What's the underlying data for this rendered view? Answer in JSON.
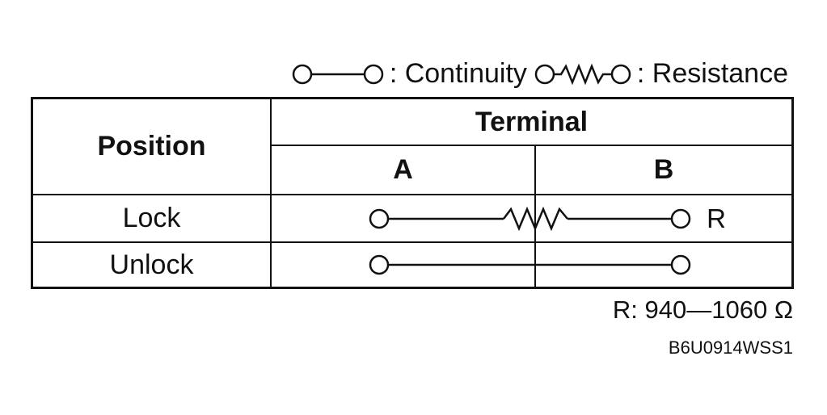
{
  "legend": {
    "continuity_label": ": Continuity",
    "resistance_label": ": Resistance"
  },
  "table": {
    "position_header": "Position",
    "terminal_header": "Terminal",
    "terminal_a": "A",
    "terminal_b": "B",
    "rows": [
      {
        "position": "Lock",
        "connection": "resistance",
        "end_label": "R"
      },
      {
        "position": "Unlock",
        "connection": "continuity",
        "end_label": ""
      }
    ]
  },
  "resistance_range": "R: 940—1060 Ω",
  "figure_code": "B6U0914WSS1"
}
